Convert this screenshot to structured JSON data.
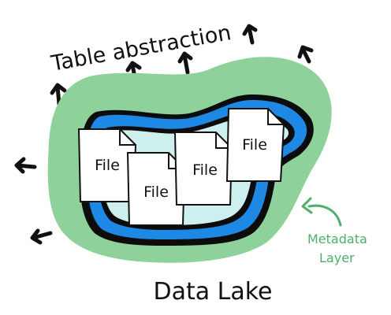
{
  "diagram": {
    "title": "Table abstraction",
    "lake_label": "Data Lake",
    "metadata_label_line1": "Metadata",
    "metadata_label_line2": "Layer",
    "file_labels": [
      "File",
      "File",
      "File",
      "File"
    ]
  },
  "colors": {
    "metadata_green": "#8fd19a",
    "metadata_text": "#4faf6a",
    "lake_blue": "#1e88e5",
    "lake_inner": "#cdf0ee",
    "outline": "#0c0c0c",
    "file_paper": "#ffffff"
  },
  "icons": [
    "arrow-up-icon",
    "arrow-left-icon",
    "curved-arrow-icon"
  ]
}
